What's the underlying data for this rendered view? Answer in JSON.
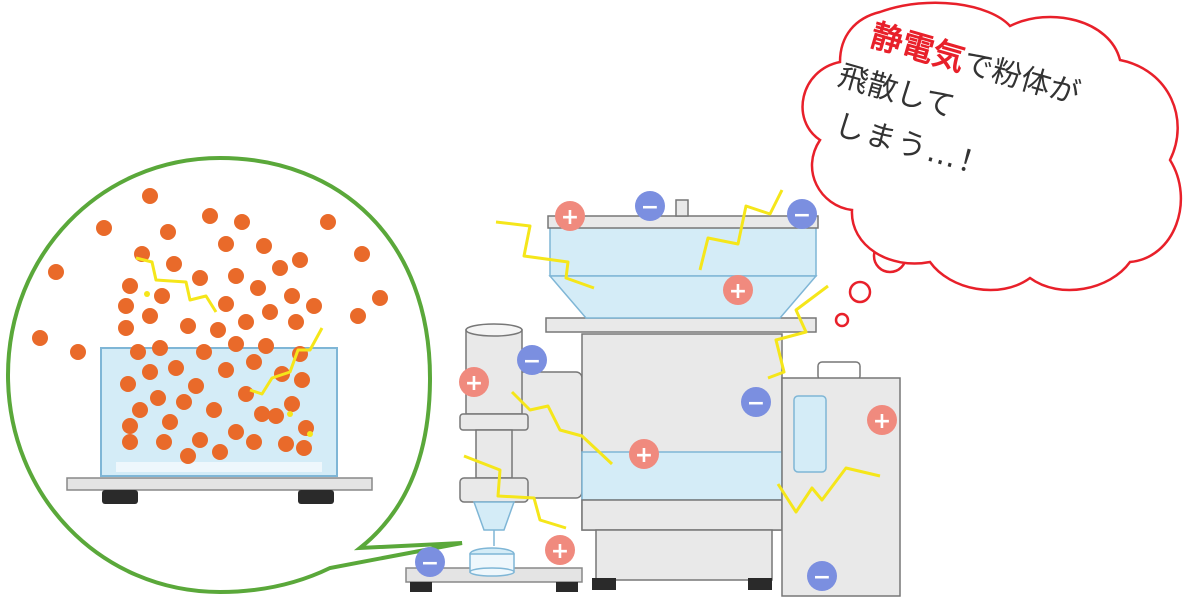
{
  "bubble": {
    "accent": "静電気",
    "line1_rest": "で粉体が",
    "line2": "飛散して",
    "line3": "しまう…！"
  },
  "charges": {
    "plus": "+",
    "minus": "−"
  },
  "colors": {
    "plus": "#f08a7e",
    "minus": "#7b8fe0",
    "particle": "#e96a2a",
    "zoom_border": "#5aa83a",
    "cloud_border": "#e8202a",
    "spark": "#f5e61a",
    "glass": "#d4ecf7",
    "machine": "#e9e9e9"
  },
  "icons": [
    "spark-icon",
    "plus-charge-icon",
    "minus-charge-icon"
  ]
}
